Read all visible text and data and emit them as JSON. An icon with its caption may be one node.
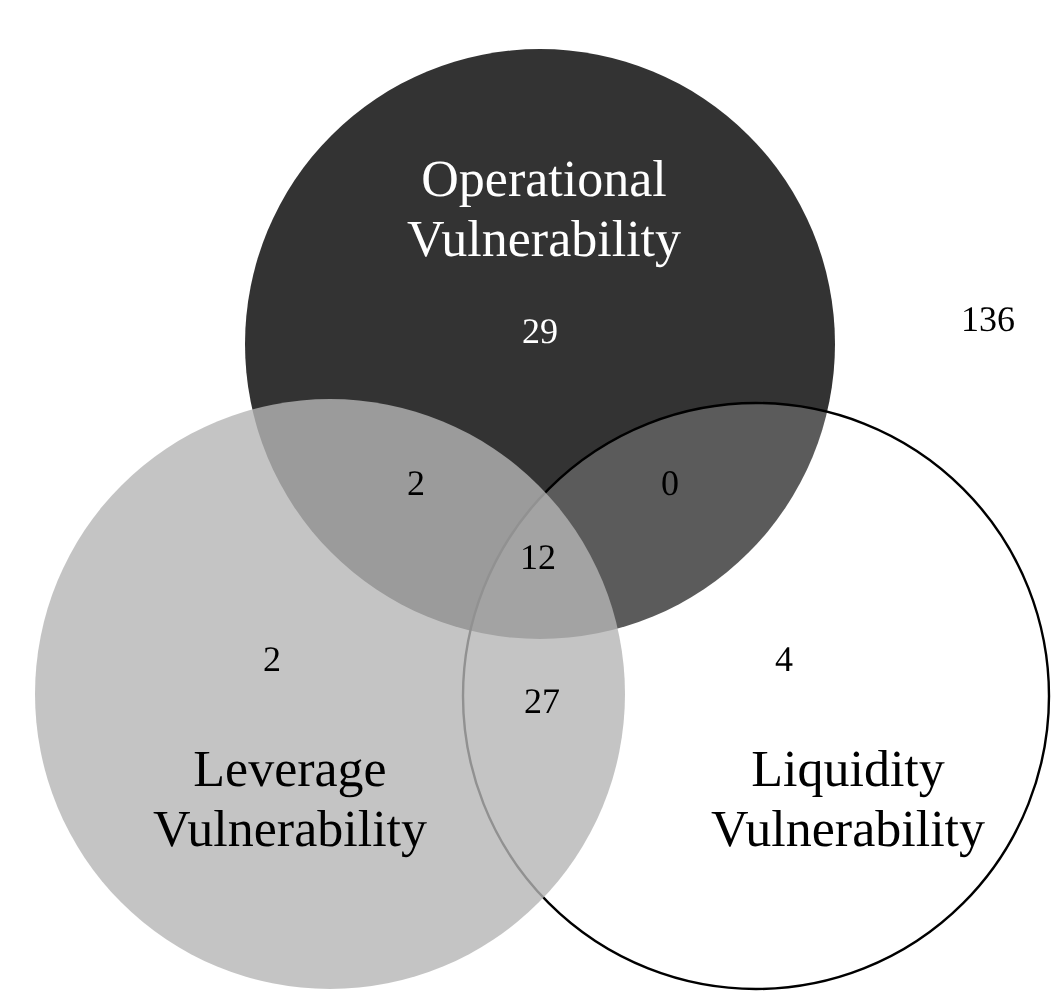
{
  "diagram": {
    "nodes": [
      {
        "text": [
          "Operational Vulnerability"
        ]
      },
      {
        "text": [
          "Liquidity Vulnerability"
        ]
      },
      {
        "text": [
          "Leverage Vulnerability"
        ]
      }
    ],
    "labels": [
      "29",
      "136",
      "2",
      "0",
      "12",
      "2",
      "4",
      "27"
    ]
  }
}
